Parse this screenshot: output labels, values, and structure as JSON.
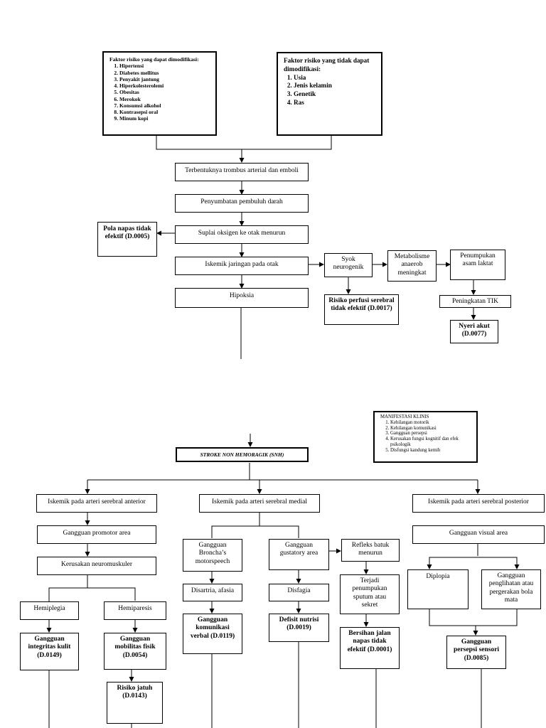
{
  "risk_modifiable": {
    "title": "Faktor risiko yang dapat dimodifikasi:",
    "items": [
      "Hipertensi",
      "Diabetes mellitus",
      "Penyakit jantung",
      "Hiperkolesterolemi",
      "Obesitas",
      "Merokok",
      "Konsumsi alkohol",
      "Kontrasepsi oral",
      "Minum kopi"
    ]
  },
  "risk_nonmodifiable": {
    "title": "Faktor risiko yang tidak dapat dimodifikasi:",
    "items": [
      "Usia",
      "Jenis kelamin",
      "Genetik",
      "Ras"
    ]
  },
  "flow": {
    "thrombus": "Terbentuknya trombus arterial dan emboli",
    "blockage": "Penyumbatan pembuluh darah",
    "oxygen": "Suplai oksigen ke otak menurun",
    "ischemia": "Iskemik jaringan pada otak",
    "hypoxia": "Hipoksia",
    "shock": "Syok neurogenik",
    "metabolism": "Metabolisme anaerob meningkat",
    "lactate": "Penumpukan asam laktat",
    "tik": "Peningkatan TIK"
  },
  "diagnoses_top": {
    "breathing": "Pola napas tidak efektif (D.0005)",
    "perfusion": "Risiko perfusi serebral tidak efektif (D.0017)",
    "pain": "Nyeri akut (D.0077)"
  },
  "manifestations": {
    "title": "MANIFESTASI KLINIS",
    "items": [
      "Kehilangan motorik",
      "Kehilangan komunikasi",
      "Gangguan persepsi",
      "Kerusakan fungsi kognitif dan efek psikologik",
      "Disfungsi kandung kemih"
    ]
  },
  "snh": "STROKE NON HEMORAGIK (SNH)",
  "branches": {
    "anterior": "Iskemik pada arteri serebral anterior",
    "medial": "Iskemik pada arteri serebral medial",
    "posterior": "Iskemik pada arteri serebral posterior"
  },
  "anterior": {
    "promotor": "Gangguan promotor area",
    "neuromuscular": "Kerusakan neuromuskuler",
    "hemiplegia": "Hemiplegia",
    "hemiparesis": "Hemiparesis",
    "skin": "Gangguan integritas kulit (D.0149)",
    "mobility": "Gangguan mobilitas fisik (D.0054)",
    "fall": "Risiko jatuh (D.0143)"
  },
  "medial": {
    "broncha": "Gangguan Broncha’s motorspeech",
    "gustatory": "Gangguan gustatory area",
    "cough": "Refleks batuk menurun",
    "dysarthria": "Disartria, afasia",
    "dysphagia": "Disfagia",
    "sputum": "Terjadi penumpukan sputum atau sekret",
    "communication": "Gangguan komunikasi verbal (D.0119)",
    "nutrition": "Defisit nutrisi (D.0019)",
    "airway": "Bersihan jalan napas tidak efektif (D.0001)"
  },
  "posterior": {
    "visual": "Gangguan visual area",
    "diplopia": "Diplopia",
    "vision": "Gangguan penglihatan atau pergerakan bola mata",
    "perception": "Gangguan persepsi sensori (D.0085)"
  }
}
